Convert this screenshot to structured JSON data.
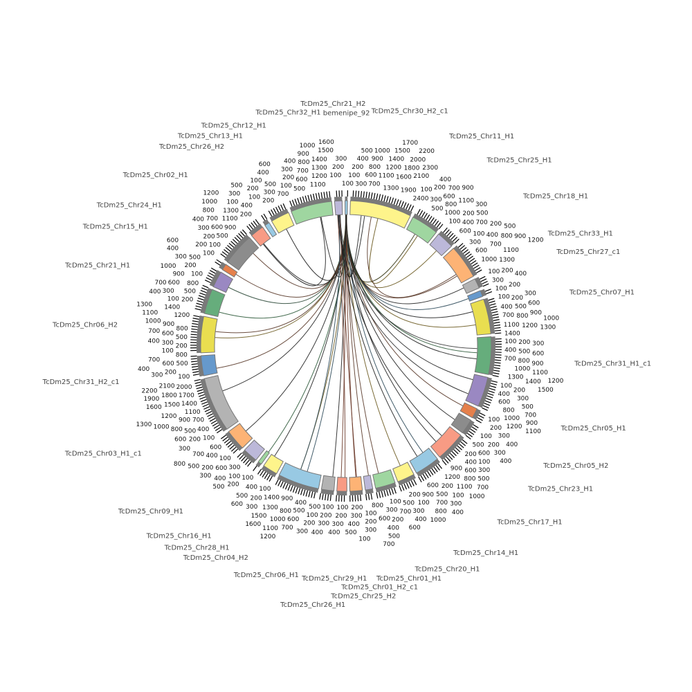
{
  "diagram": {
    "type": "circos",
    "tick_step": 100,
    "segments": [
      {
        "name": "bemenipe_92",
        "color": "#98c9e3",
        "length": 100
      },
      {
        "name": "TcDm25_Chr30_H2_c1",
        "color": "#fef48b",
        "length": 2460
      },
      {
        "name": "TcDm25_Chr11_H1",
        "color": "#9fd6a0",
        "length": 1100
      },
      {
        "name": "TcDm25_Chr25_H1",
        "color": "#bcb8d9",
        "length": 700
      },
      {
        "name": "TcDm25_Chr18_H1",
        "color": "#fdb375",
        "length": 1360
      },
      {
        "name": "TcDm25_Chr33_H1",
        "color": "#b3b3b3",
        "length": 400
      },
      {
        "name": "TcDm25_Chr27_c1",
        "color": "#6699cc",
        "length": 250
      },
      {
        "name": "TcDm25_Chr07_H1",
        "color": "#e9de50",
        "length": 1400
      },
      {
        "name": "TcDm25_Chr31_H1_c1",
        "color": "#66ad7c",
        "length": 1500
      },
      {
        "name": "TcDm25_Chr05_H1",
        "color": "#9a88c2",
        "length": 1200
      },
      {
        "name": "TcDm25_Chr05_H2",
        "color": "#e5804c",
        "length": 400
      },
      {
        "name": "TcDm25_Chr23_H1",
        "color": "#8c8c8c",
        "length": 600
      },
      {
        "name": "TcDm25_Chr17_H1",
        "color": "#f89b84",
        "length": 1200
      },
      {
        "name": "TcDm25_Chr14_H1",
        "color": "#98c9e3",
        "length": 1000
      },
      {
        "name": "TcDm25_Chr20_H1",
        "color": "#fef48b",
        "length": 700
      },
      {
        "name": "TcDm25_Chr01_H1",
        "color": "#9fd6a0",
        "length": 800
      },
      {
        "name": "TcDm25_Chr01_H2_c1",
        "color": "#bcb8d9",
        "length": 300
      },
      {
        "name": "TcDm25_Chr25_H2",
        "color": "#fdb375",
        "length": 500
      },
      {
        "name": "TcDm25_Chr29_H1",
        "color": "#f89b84",
        "length": 400
      },
      {
        "name": "TcDm25_Chr26_H1",
        "color": "#b3b3b3",
        "length": 500
      },
      {
        "name": "TcDm25_Chr06_H1",
        "color": "#98c9e3",
        "length": 1650
      },
      {
        "name": "TcDm25_Chr04_H2",
        "color": "#fef48b",
        "length": 600
      },
      {
        "name": "TcDm25_Chr28_H1",
        "color": "#9fd6a0",
        "length": 150
      },
      {
        "name": "TcDm25_Chr16_H1",
        "color": "#bcb8d9",
        "length": 600
      },
      {
        "name": "TcDm25_Chr09_H1",
        "color": "#fdb375",
        "length": 850
      },
      {
        "name": "TcDm25_Chr03_H1_c1",
        "color": "#b3b3b3",
        "length": 2200
      },
      {
        "name": "TcDm25_Chr31_H2_c1",
        "color": "#6699cc",
        "length": 800
      },
      {
        "name": "TcDm25_Chr06_H2",
        "color": "#e9de50",
        "length": 1450
      },
      {
        "name": "TcDm25_Chr21_H1",
        "color": "#66ad7c",
        "length": 1000
      },
      {
        "name": "TcDm25_Chr15_H1",
        "color": "#9a88c2",
        "length": 650
      },
      {
        "name": "TcDm25_Chr24_H1",
        "color": "#e5804c",
        "length": 250
      },
      {
        "name": "TcDm25_Chr02_H1",
        "color": "#8c8c8c",
        "length": 1300
      },
      {
        "name": "TcDm25_Chr26_H2",
        "color": "#f89b84",
        "length": 550
      },
      {
        "name": "TcDm25_Chr13_H1",
        "color": "#98c9e3",
        "length": 200
      },
      {
        "name": "TcDm25_Chr12_H1",
        "color": "#fef48b",
        "length": 750
      },
      {
        "name": "TcDm25_Chr32_H1",
        "color": "#9fd6a0",
        "length": 1650
      },
      {
        "name": "TcDm25_Chr21_H2",
        "color": "#bcb8d9",
        "length": 300
      }
    ],
    "links": [
      [
        0,
        1,
        "#222222"
      ],
      [
        0,
        2,
        "#3a3a1a"
      ],
      [
        0,
        3,
        "#6b5a20"
      ],
      [
        0,
        4,
        "#5a3a2a"
      ],
      [
        0,
        5,
        "#222222"
      ],
      [
        0,
        6,
        "#2d4a5a"
      ],
      [
        0,
        7,
        "#6b5a20"
      ],
      [
        0,
        7,
        "#222222"
      ],
      [
        0,
        8,
        "#2d5a3a"
      ],
      [
        0,
        8,
        "#222222"
      ],
      [
        0,
        9,
        "#222222"
      ],
      [
        0,
        10,
        "#5a3a2a"
      ],
      [
        0,
        11,
        "#222222"
      ],
      [
        0,
        12,
        "#222222"
      ],
      [
        0,
        13,
        "#2d4a5a"
      ],
      [
        0,
        14,
        "#6b5a20"
      ],
      [
        0,
        15,
        "#5a3a2a"
      ],
      [
        0,
        16,
        "#5a3a2a"
      ],
      [
        0,
        17,
        "#6b3a2a"
      ],
      [
        0,
        18,
        "#6b3a2a"
      ],
      [
        0,
        19,
        "#222222"
      ],
      [
        0,
        20,
        "#2d4a5a"
      ],
      [
        0,
        20,
        "#6b5a20"
      ],
      [
        0,
        21,
        "#222222"
      ],
      [
        0,
        22,
        "#2d5a3a"
      ],
      [
        0,
        24,
        "#222222"
      ],
      [
        0,
        25,
        "#222222"
      ],
      [
        0,
        26,
        "#5a3a2a"
      ],
      [
        0,
        27,
        "#6b5a20"
      ],
      [
        0,
        27,
        "#5a3a2a"
      ],
      [
        0,
        28,
        "#2d5a3a"
      ],
      [
        0,
        29,
        "#2d4a3a"
      ],
      [
        0,
        30,
        "#5a3a2a"
      ],
      [
        0,
        31,
        "#5a3a2a"
      ],
      [
        0,
        32,
        "#222222"
      ],
      [
        0,
        34,
        "#222222"
      ],
      [
        0,
        35,
        "#222222"
      ],
      [
        36,
        1,
        "#222222"
      ],
      [
        36,
        12,
        "#222222"
      ],
      [
        36,
        13,
        "#222222"
      ],
      [
        36,
        18,
        "#6b3a2a"
      ],
      [
        36,
        17,
        "#6b3a2a"
      ],
      [
        36,
        20,
        "#2d4a5a"
      ],
      [
        36,
        9,
        "#222222"
      ],
      [
        36,
        8,
        "#3a3a3a"
      ],
      [
        1,
        2,
        "#6b5a20"
      ],
      [
        1,
        4,
        "#5a3a2a"
      ],
      [
        35,
        32,
        "#222222"
      ]
    ]
  }
}
